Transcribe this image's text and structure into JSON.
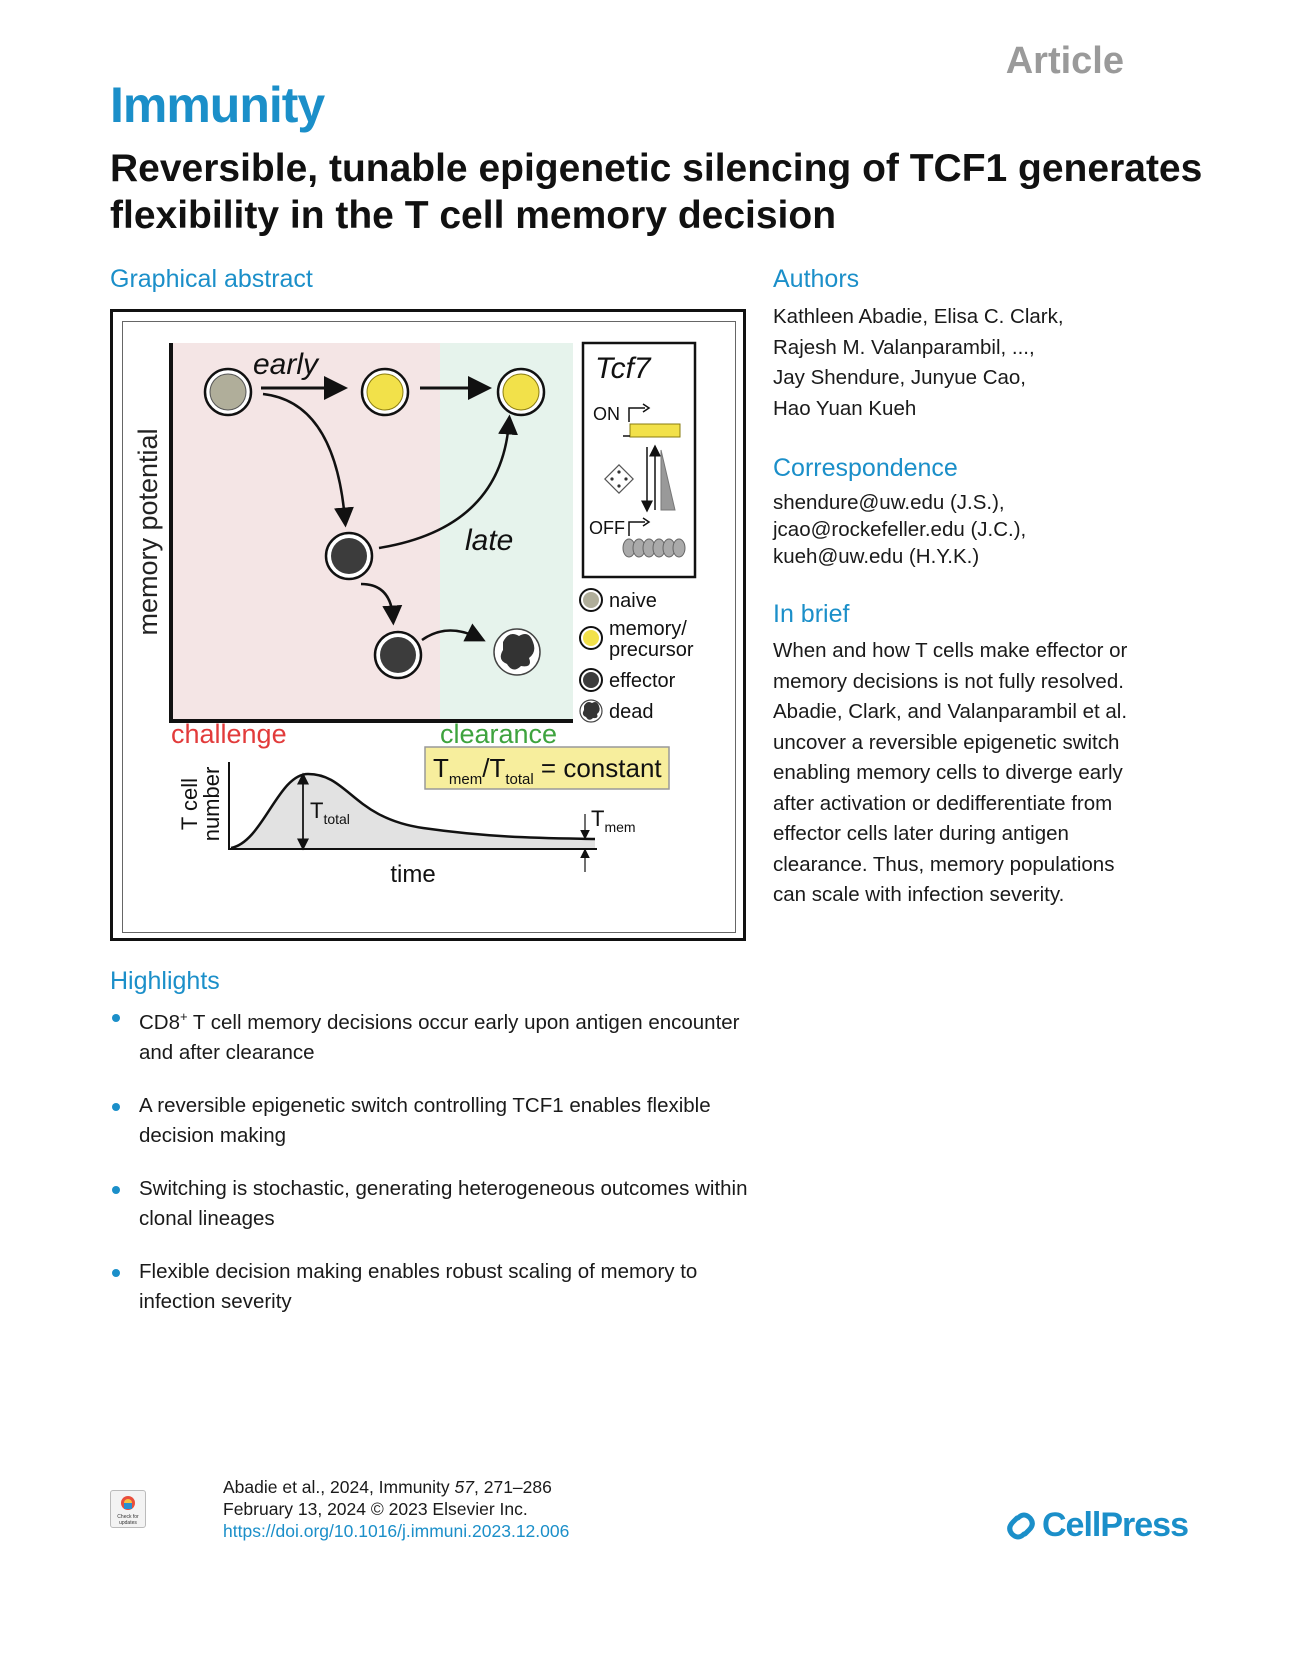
{
  "header": {
    "article_label": "Article",
    "journal": "Immunity",
    "title": "Reversible, tunable epigenetic silencing of TCF1 generates flexibility in the T cell memory decision"
  },
  "graphical_abstract": {
    "heading": "Graphical abstract",
    "y_axis_label": "memory potential",
    "early_label": "early",
    "late_label": "late",
    "challenge_label": "challenge",
    "clearance_label": "clearance",
    "tcf7_label": "Tcf7",
    "on_label": "ON",
    "off_label": "OFF",
    "legend": {
      "naive": "naive",
      "memory_line1": "memory/",
      "memory_line2": "precursor",
      "effector": "effector",
      "dead": "dead"
    },
    "ratio": {
      "t1": "T",
      "sub1": "mem",
      "slash": "/T",
      "sub2": "total",
      "rest": " = constant"
    },
    "kinetics": {
      "y_label_line1": "T cell",
      "y_label_line2": "number",
      "x_label": "time",
      "ttotal_t": "T",
      "ttotal_sub": "total",
      "tmem_t": "T",
      "tmem_sub": "mem"
    },
    "colors": {
      "challenge_bg": "#f4e5e5",
      "clearance_bg": "#e6f3ec",
      "naive_cell": "#b0ae9a",
      "memory_cell": "#f2e14a",
      "effector_cell": "#3c3c3c",
      "challenge_text": "#e23b3b",
      "clearance_text": "#3ea33e",
      "ratio_box": "#f7ee9d"
    }
  },
  "authors": {
    "heading": "Authors",
    "lines": [
      "Kathleen Abadie, Elisa C. Clark,",
      "Rajesh M. Valanparambil, ...,",
      "Jay Shendure, Junyue Cao,",
      "Hao Yuan Kueh"
    ]
  },
  "correspondence": {
    "heading": "Correspondence",
    "lines": [
      "shendure@uw.edu (J.S.),",
      "jcao@rockefeller.edu (J.C.),",
      "kueh@uw.edu (H.Y.K.)"
    ]
  },
  "in_brief": {
    "heading": "In brief",
    "lines": [
      "When and how T cells make effector or",
      "memory decisions is not fully resolved.",
      "Abadie, Clark, and Valanparambil et al.",
      "uncover a reversible epigenetic switch",
      "enabling memory cells to diverge early",
      "after activation or dedifferentiate from",
      "effector cells later during antigen",
      "clearance. Thus, memory populations",
      "can scale with infection severity."
    ]
  },
  "highlights": {
    "heading": "Highlights",
    "items": [
      {
        "pre": "CD8",
        "sup": "+",
        "post": " T cell memory decisions occur early upon antigen encounter and after clearance"
      },
      {
        "pre": "A reversible epigenetic switch controlling TCF1 enables flexible decision making",
        "sup": "",
        "post": ""
      },
      {
        "pre": "Switching is stochastic, generating heterogeneous outcomes within clonal lineages",
        "sup": "",
        "post": ""
      },
      {
        "pre": "Flexible decision making enables robust scaling of memory to infection severity",
        "sup": "",
        "post": ""
      }
    ]
  },
  "footer": {
    "citation_pre": "Abadie et al., 2024, Immunity ",
    "citation_volume": "57",
    "citation_post": ", 271–286",
    "date_line": "February 13, 2024 © 2023 Elsevier Inc.",
    "doi": "https://doi.org/10.1016/j.immuni.2023.12.006",
    "check_label_line1": "Check for",
    "check_label_line2": "updates",
    "publisher": "CellPress"
  }
}
